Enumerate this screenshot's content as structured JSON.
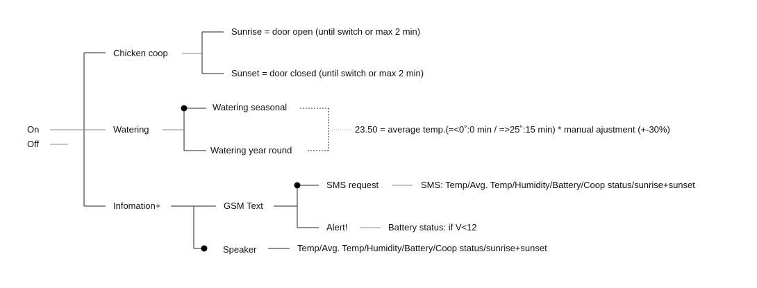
{
  "menu": {
    "on": "On",
    "off": "Off",
    "chicken_coop": {
      "label": "Chicken coop",
      "sunrise": "Sunrise = door open (until switch or max 2 min)",
      "sunset": "Sunset = door closed (until switch or max 2 min)"
    },
    "watering": {
      "label": "Watering",
      "seasonal": "Watering seasonal",
      "year_round": "Watering year round",
      "formula": "23.50 = average temp.(=<0˚:0 min / =>25˚:15 min) * manual ajustment (+-30%)"
    },
    "information": {
      "label": "Infomation+",
      "gsm_text": "GSM Text",
      "sms_request": "SMS request",
      "sms_content": "SMS: Temp/Avg. Temp/Humidity/Battery/Coop status/sunrise+sunset",
      "alert": "Alert!",
      "battery_status": "Battery status: if V<12",
      "speaker": "Speaker",
      "speaker_content": "Temp/Avg. Temp/Humidity/Battery/Coop status/sunrise+sunset"
    }
  },
  "colors": {
    "line": "#888888",
    "text": "#111111",
    "dot": "#000000"
  }
}
